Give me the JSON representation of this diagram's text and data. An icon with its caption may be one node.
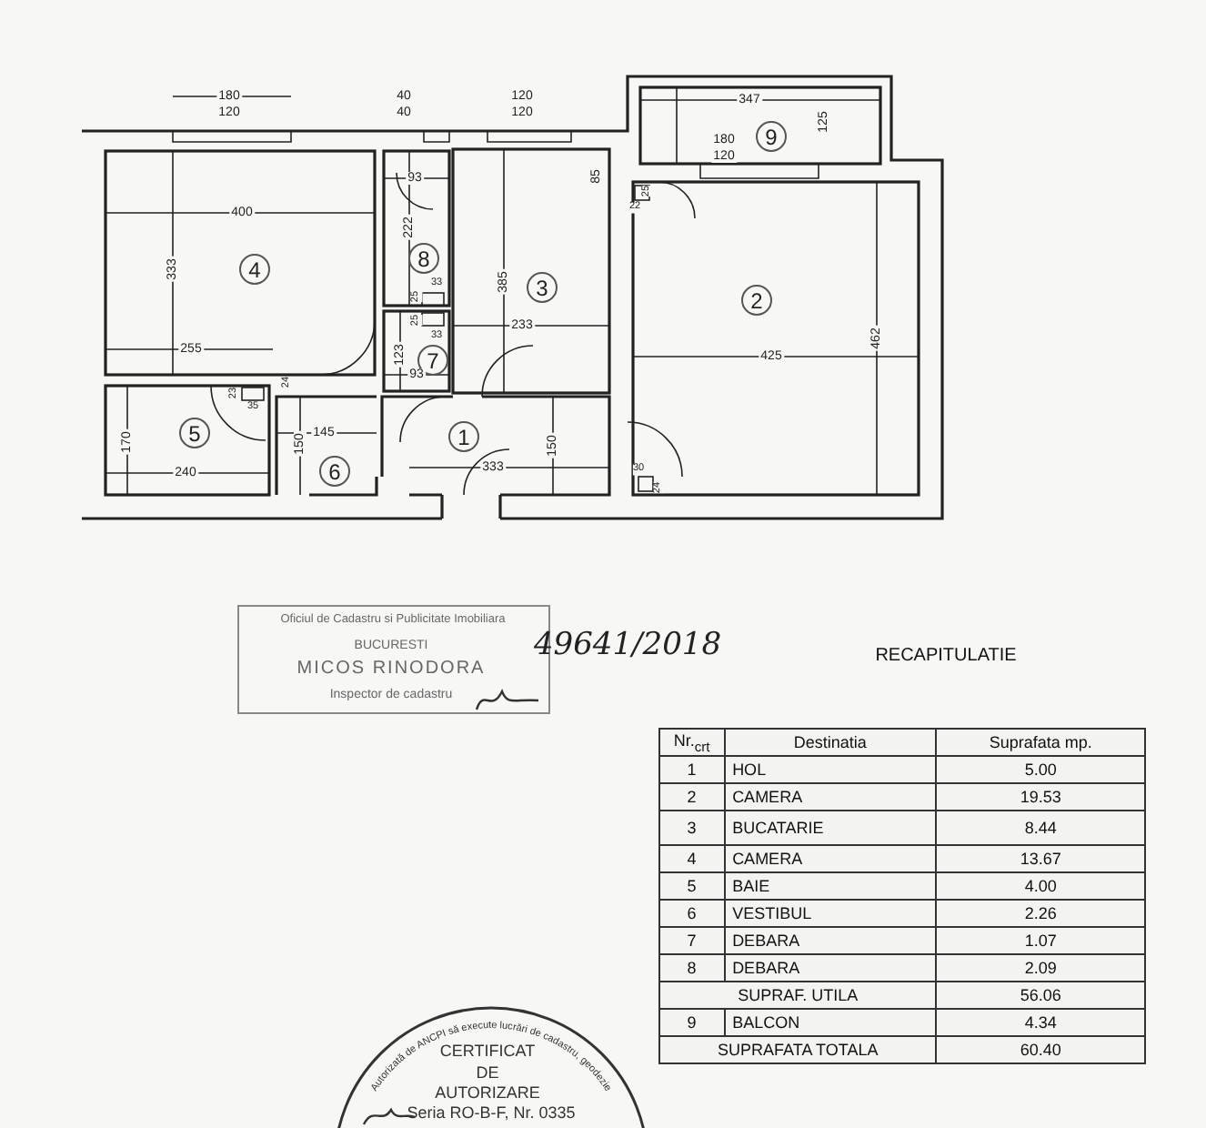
{
  "diagram": {
    "labels": [
      "180",
      "120",
      "40",
      "40",
      "120",
      "120",
      "347",
      "125",
      "9",
      "180",
      "120",
      "93",
      "85",
      "25",
      "22",
      "400",
      "222",
      "8",
      "4",
      "333",
      "385",
      "3",
      "33",
      "25",
      "2",
      "25",
      "233",
      "33",
      "462",
      "255",
      "123",
      "425",
      "7",
      "93",
      "24",
      "23",
      "35",
      "145",
      "5",
      "1",
      "170",
      "150",
      "150",
      "333",
      "6",
      "240",
      "30",
      "24",
      "Oficiul de Cadastru si Publicitate Imobiliara",
      "BUCURESTI",
      "MICOS RINODORA",
      "Inspector de cadastru",
      "49641/2018",
      "RECAPITULATIE",
      "Autorizată de ANCPI să execute lucrări de cadastru, geodezie",
      "CERTIFICAT",
      "DE",
      "AUTORIZARE",
      "Seria RO-B-F, Nr. 0335",
      "Nr.$_{crt}$",
      "Destinatia",
      "Suprafata mp.",
      "1",
      "HOL",
      "5.00",
      "2",
      "CAMERA",
      "19.53",
      "3",
      "BUCATARIE",
      "8.44",
      "4",
      "CAMERA",
      "13.67",
      "5",
      "BAIE",
      "4.00",
      "6",
      "VESTIBUL",
      "2.26",
      "7",
      "DEBARA",
      "1.07",
      "8",
      "DEBARA",
      "2.09",
      "SUPRAF. UTILA",
      "56.06",
      "9",
      "BALCON",
      "4.34",
      "SUPRAFATA TOTALA",
      "60.40"
    ]
  }
}
